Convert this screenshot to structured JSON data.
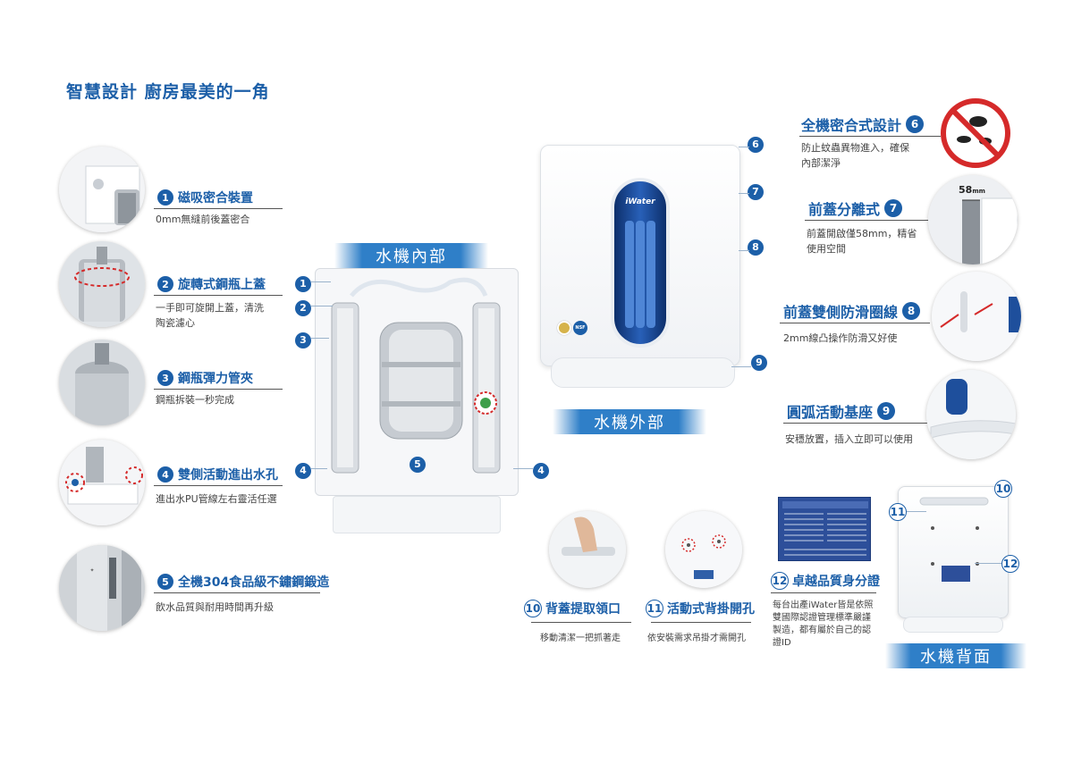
{
  "title": "智慧設計 廚房最美的一角",
  "banners": {
    "interior": "水機內部",
    "exterior": "水機外部",
    "back": "水機背面"
  },
  "left_features": [
    {
      "num": "1",
      "title": "磁吸密合裝置",
      "desc": "0mm無縫前後蓋密合"
    },
    {
      "num": "2",
      "title": "旋轉式鋼瓶上蓋",
      "desc": "一手即可旋開上蓋，清洗\n陶瓷濾心"
    },
    {
      "num": "3",
      "title": "鋼瓶彈力管夾",
      "desc": "鋼瓶拆裝一秒完成"
    },
    {
      "num": "4",
      "title": "雙側活動進出水孔",
      "desc": "進出水PU管線左右靈活任選"
    },
    {
      "num": "5",
      "title": "全機304食品級不鏽鋼鍛造",
      "desc": "飲水品質與耐用時間再升級"
    }
  ],
  "right_features": [
    {
      "num": "6",
      "title": "全機密合式設計",
      "desc": "防止蚊蟲異物進入，確保\n內部潔淨"
    },
    {
      "num": "7",
      "title": "前蓋分離式",
      "desc": "前蓋開啟僅58mm，精省\n使用空間"
    },
    {
      "num": "8",
      "title": "前蓋雙側防滑圈線",
      "desc": "2mm線凸操作防滑又好使"
    },
    {
      "num": "9",
      "title": "圓弧活動基座",
      "desc": "安穩放置，插入立即可以使用"
    }
  ],
  "bottom_features": [
    {
      "num": "10",
      "title": "背蓋提取領口",
      "desc": "移動清潔一把抓著走"
    },
    {
      "num": "11",
      "title": "活動式背掛開孔",
      "desc": "依安裝需求吊掛才需開孔"
    },
    {
      "num": "12",
      "title": "卓越品質身分證",
      "desc": "每台出產iWater皆是依照\n雙國際認證管理標準嚴謹\n製造，都有屬於自己的認\n證ID"
    }
  ],
  "interior_callouts": [
    "1",
    "2",
    "3",
    "4",
    "5",
    "4"
  ],
  "exterior_callouts": [
    "6",
    "7",
    "8",
    "9"
  ],
  "back_callouts": [
    "10",
    "11",
    "12"
  ],
  "brand": "iWater",
  "nsf_badge": "NSF",
  "dimension_label": "58",
  "dimension_unit": "mm",
  "colors": {
    "accent": "#1c5fa8",
    "banner": "#2f7fc8",
    "window": "#1e4f9c",
    "prohibit": "#d52a2a"
  }
}
